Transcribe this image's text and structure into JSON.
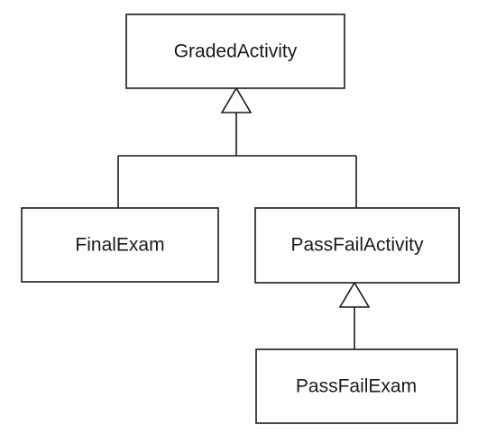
{
  "diagram": {
    "type": "uml-class-hierarchy",
    "classes": {
      "graded_activity": "GradedActivity",
      "final_exam": "FinalExam",
      "pass_fail_activity": "PassFailActivity",
      "pass_fail_exam": "PassFailExam"
    },
    "relationships": [
      {
        "kind": "inheritance",
        "child": "FinalExam",
        "parent": "GradedActivity"
      },
      {
        "kind": "inheritance",
        "child": "PassFailActivity",
        "parent": "GradedActivity"
      },
      {
        "kind": "inheritance",
        "child": "PassFailExam",
        "parent": "PassFailActivity"
      }
    ],
    "colors": {
      "line": "#1a1a1a",
      "box_fill": "#ffffff",
      "background": "#ffffff"
    }
  }
}
